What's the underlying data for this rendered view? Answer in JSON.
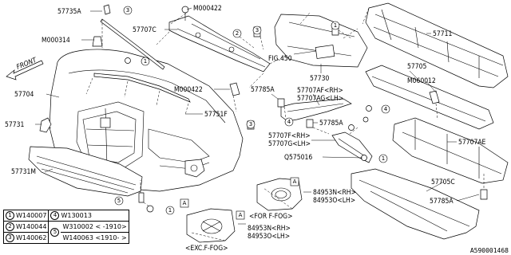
{
  "diagram_id": "A590001468",
  "front_label": "FRONT",
  "parts": {
    "p57735A": "57735A",
    "pM000422a": "M000422",
    "p57707C": "57707C",
    "pM000314": "M000314",
    "p57704": "57704",
    "p57731": "57731",
    "p57731M": "57731M",
    "pM000422b": "M000422",
    "p57751F": "57751F",
    "p57730": "57730",
    "fig450": "FIG.450",
    "p57711": "57711",
    "p57705": "57705",
    "pM060012": "M060012",
    "p57785Aa": "57785A",
    "p57707AF": "57707AF<RH>",
    "p57707AG": "57707AG<LH>",
    "p57785Ab": "57785A",
    "p57707F": "57707F<RH>",
    "p57707G": "57707G<LH>",
    "pQ575016": "Q575016",
    "p57707AE": "57707AE",
    "p57705C": "57705C",
    "p57785Ac": "57785A",
    "p84953N_a": "84953N<RH>",
    "p84953O_a": "84953O<LH>",
    "for_ffog": "<FOR F-FOG>",
    "p84953N_b": "84953N<RH>",
    "p84953O_b": "84953O<LH>",
    "exc_ffog": "<EXC.F-FOG>"
  },
  "callouts": [
    "1",
    "2",
    "3",
    "4",
    "5",
    "A"
  ],
  "legend": {
    "rows": [
      {
        "n1": "1",
        "c1": "W140007",
        "n2": "4",
        "c2": "W130013",
        "c3": ""
      },
      {
        "n1": "2",
        "c1": "W140044",
        "n2": "5",
        "c2": "W310002",
        "c3": "< -1910>"
      },
      {
        "n1": "3",
        "c1": "W140062",
        "n2": "",
        "c2": "W140063",
        "c3": "<1910- >"
      }
    ]
  }
}
